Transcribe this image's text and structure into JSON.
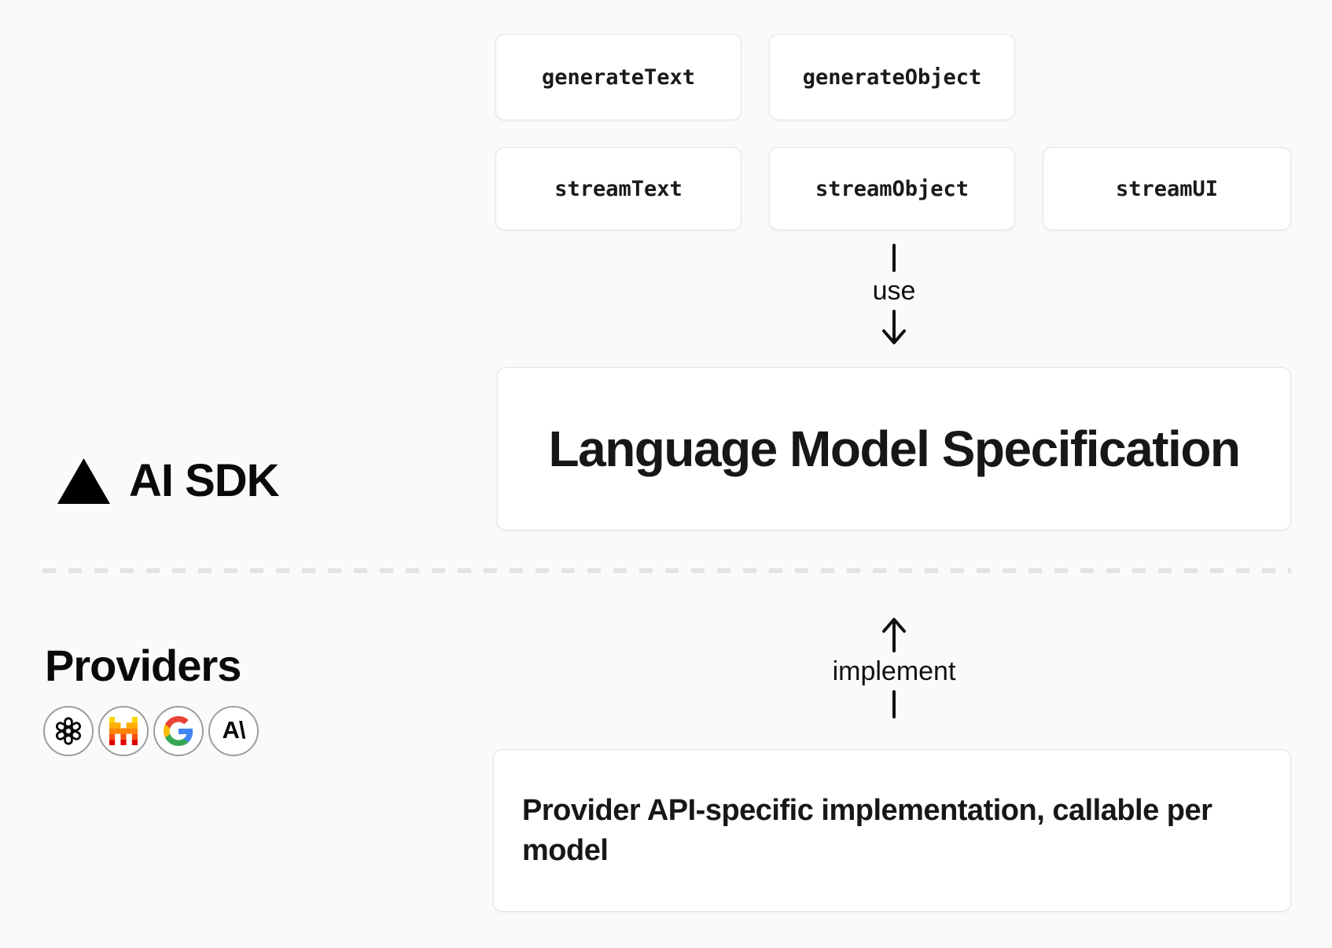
{
  "title": "AI SDK / Providers architecture diagram",
  "colors": {
    "background": "#fafafa",
    "box_background": "#ffffff",
    "box_border": "#e4e4e4",
    "text": "#171717",
    "divider_dash": "#e3e3e3",
    "circle_border": "#9d9d9d",
    "mistral_palette": [
      "#ffd800",
      "#ffaf00",
      "#ff8205",
      "#fa500f",
      "#e10500"
    ],
    "google_palette": [
      "#4285F4",
      "#34A853",
      "#FBBC05",
      "#EA4335"
    ]
  },
  "sdk": {
    "brand": "AI SDK",
    "brand_icon": "vercel-triangle-icon",
    "functions": [
      {
        "label": "generateText"
      },
      {
        "label": "generateObject"
      },
      {
        "label": "streamText"
      },
      {
        "label": "streamObject"
      },
      {
        "label": "streamUI"
      }
    ],
    "use_label": "use",
    "spec_title": "Language Model Specification"
  },
  "providers": {
    "heading": "Providers",
    "icons": [
      {
        "name": "openai"
      },
      {
        "name": "mistral"
      },
      {
        "name": "google"
      },
      {
        "name": "anthropic"
      }
    ],
    "anthropic_glyph": "A\\",
    "implement_label": "implement",
    "implementation_text": "Provider API-specific implementation, callable per model"
  }
}
